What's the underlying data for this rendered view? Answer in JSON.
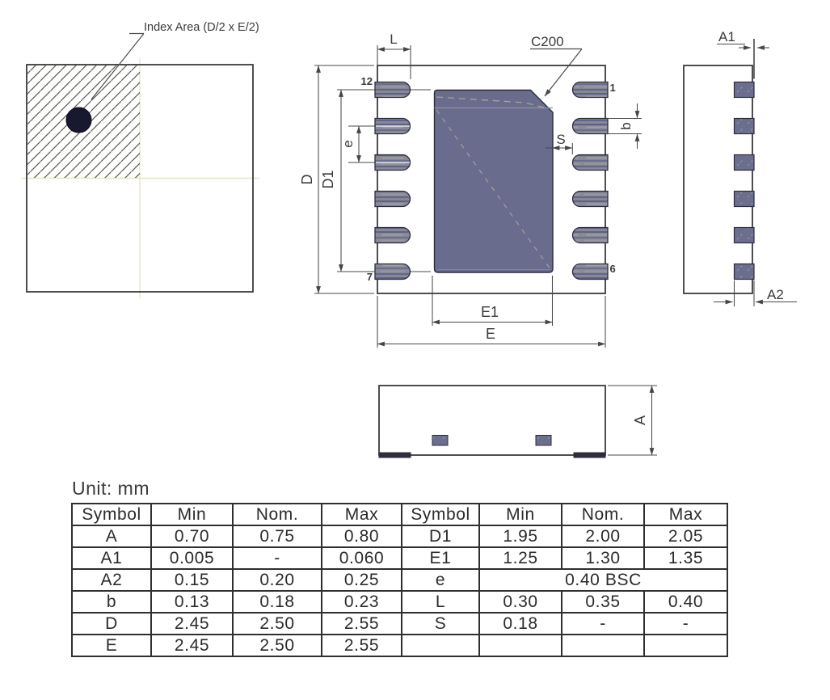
{
  "drawing": {
    "index_area_label": "Index Area (D/2 x E/2)",
    "chamfer_label": "C200",
    "dims": {
      "L": "L",
      "D": "D",
      "D1": "D1",
      "e": "e",
      "S": "S",
      "b": "b",
      "E1": "E1",
      "E": "E",
      "A": "A",
      "A1": "A1",
      "A2": "A2"
    },
    "pins": {
      "top_left": "12",
      "bottom_left": "7",
      "top_right": "1",
      "bottom_right": "6"
    }
  },
  "unit_label": "Unit: mm",
  "colors": {
    "pad_fill": "#696c8c",
    "pin_gray": "#8a8b94",
    "object_line": "#3a3a3a",
    "dimension_line": "#4a4a4a",
    "centerline": "#e8e4c8",
    "hatch": "#5a5950",
    "index_dot": "#18182e"
  },
  "table": {
    "headers": [
      "Symbol",
      "Min",
      "Nom.",
      "Max",
      "Symbol",
      "Min",
      "Nom.",
      "Max"
    ],
    "rows": [
      {
        "cells": [
          "A",
          "0.70",
          "0.75",
          "0.80",
          "D1",
          "1.95",
          "2.00",
          "2.05"
        ]
      },
      {
        "cells": [
          "A1",
          "0.005",
          "-",
          "0.060",
          "E1",
          "1.25",
          "1.30",
          "1.35"
        ]
      },
      {
        "cells": [
          "A2",
          "0.15",
          "0.20",
          "0.25",
          "e"
        ],
        "span": "0.40 BSC"
      },
      {
        "cells": [
          "b",
          "0.13",
          "0.18",
          "0.23",
          "L",
          "0.30",
          "0.35",
          "0.40"
        ]
      },
      {
        "cells": [
          "D",
          "2.45",
          "2.50",
          "2.55",
          "S",
          "0.18",
          "-",
          "-"
        ]
      },
      {
        "cells": [
          "E",
          "2.45",
          "2.50",
          "2.55",
          "",
          "",
          "",
          ""
        ]
      }
    ]
  }
}
